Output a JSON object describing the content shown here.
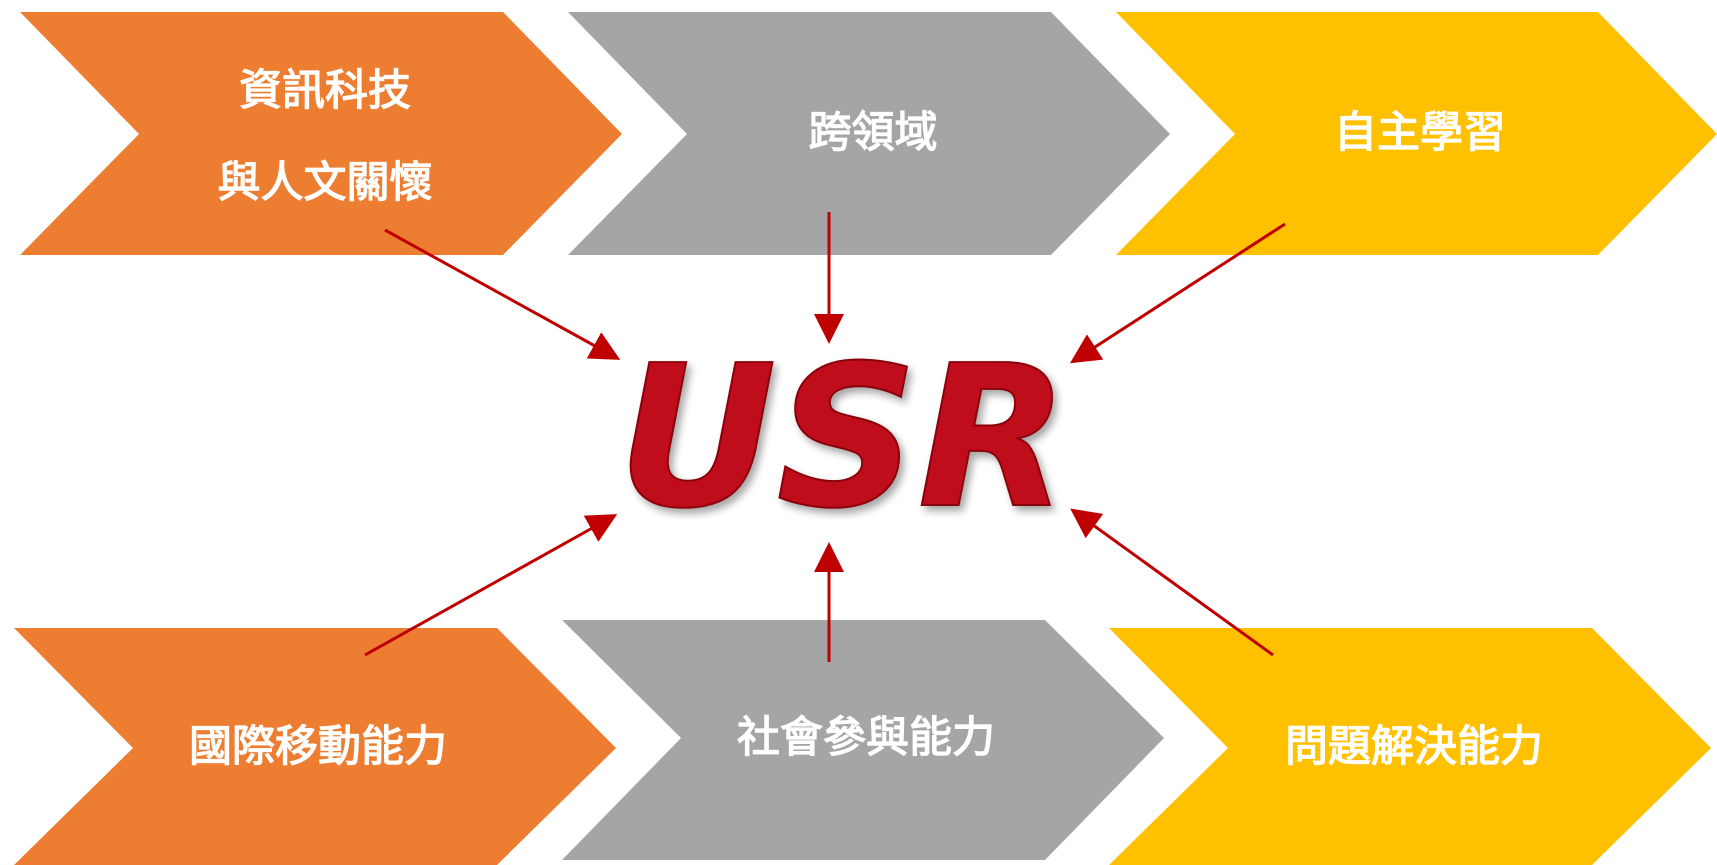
{
  "center": {
    "label": "USR",
    "color": "#c0101a"
  },
  "colors": {
    "orange": "#ed7d31",
    "gray": "#a5a5a5",
    "gold": "#ffc000",
    "arrow": "#c00000"
  },
  "chevrons": {
    "c1": {
      "line1": "資訊科技",
      "line2": "與人文關懷"
    },
    "c2": {
      "line1": "跨領域"
    },
    "c3": {
      "line1": "自主學習"
    },
    "c4": {
      "line1": "國際移動能力"
    },
    "c5": {
      "line1": "社會參與能力"
    },
    "c6": {
      "line1": "問題解決能力"
    }
  }
}
